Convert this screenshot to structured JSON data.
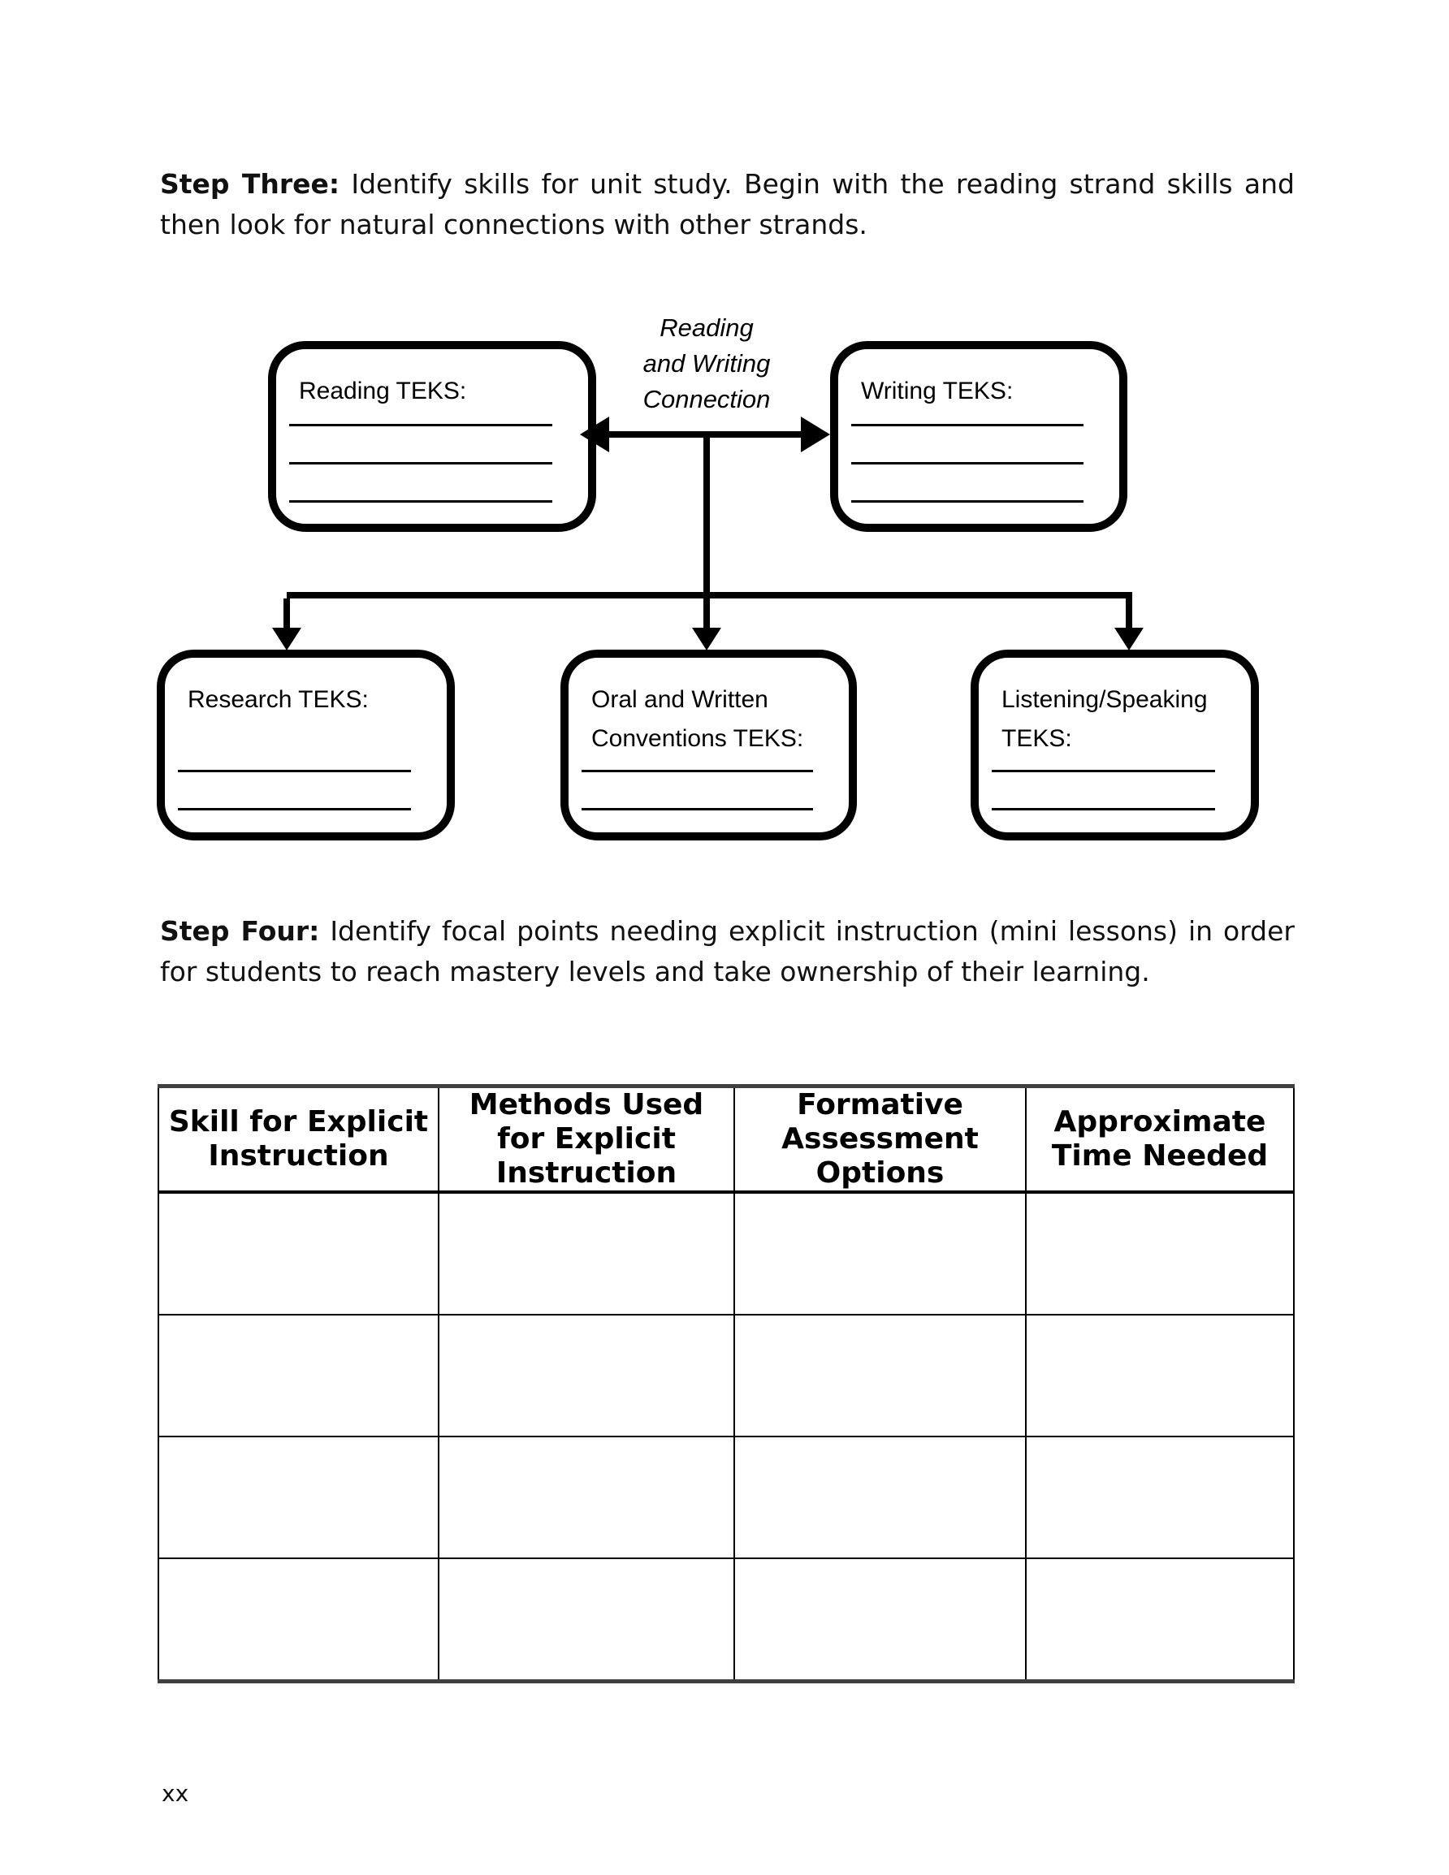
{
  "page": {
    "number_label": "xx"
  },
  "step_three": {
    "label": "Step Three:",
    "text": " Identify skills for unit study. Begin with the reading strand skills and then look for natural connections with other strands."
  },
  "step_four": {
    "label": "Step Four:",
    "text": " Identify focal points needing explicit instruction (mini lessons) in order for students to reach mastery levels and take ownership of their learning."
  },
  "diagram": {
    "connection_label": "Reading\nand Writing\nConnection",
    "reading_box_label": "Reading TEKS:",
    "writing_box_label": "Writing TEKS:",
    "research_box_label": "Research TEKS:",
    "oral_box_label": "Oral and Written\nConventions TEKS:",
    "listening_box_label": "Listening/Speaking\nTEKS:"
  },
  "table": {
    "headers": [
      "Skill for Explicit\nInstruction",
      "Methods Used\nfor Explicit\nInstruction",
      "Formative\nAssessment\nOptions",
      "Approximate\nTime Needed"
    ]
  }
}
